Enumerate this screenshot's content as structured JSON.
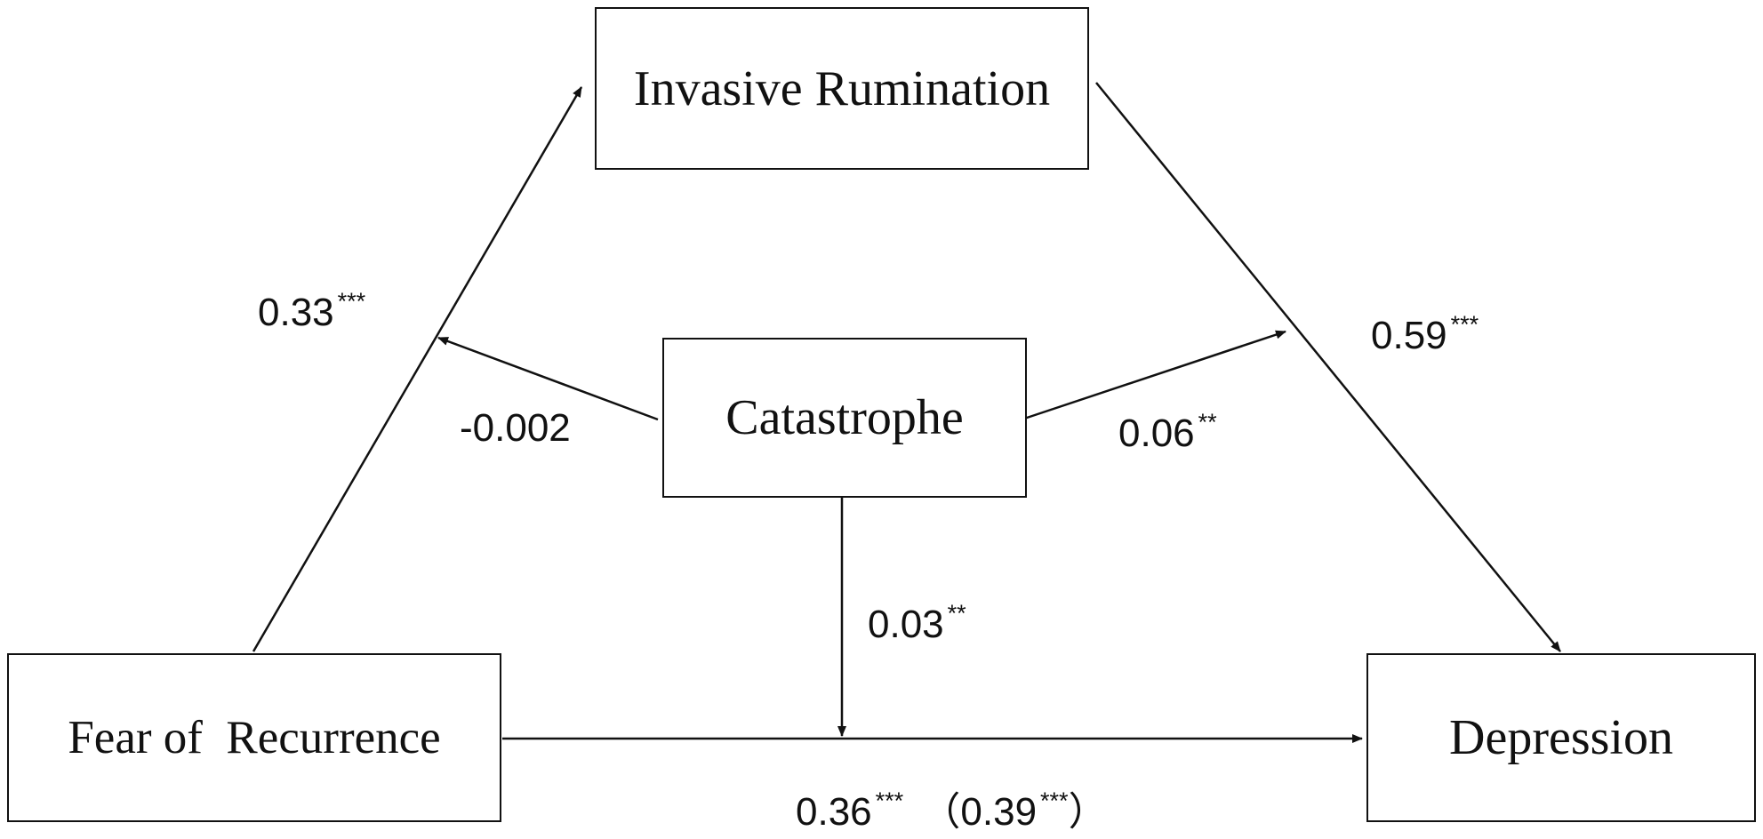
{
  "nodes": {
    "invasive_rumination": "Invasive Rumination",
    "catastrophe": "Catastrophe",
    "fear_of_recurrence": "Fear of  Recurrence",
    "depression": "Depression"
  },
  "paths": {
    "fear_to_rumination": {
      "value": "0.33",
      "sig": "***"
    },
    "catastrophe_mod_a": {
      "value": "-0.002",
      "sig": ""
    },
    "rumination_to_depression": {
      "value": "0.59",
      "sig": "***"
    },
    "catastrophe_mod_b": {
      "value": "0.06",
      "sig": "**"
    },
    "catastrophe_mod_c": {
      "value": "0.03",
      "sig": "**"
    },
    "fear_to_depression": {
      "value": "0.36",
      "sig": "***",
      "total_open": "（0.39",
      "total_sig": "***",
      "total_close": "）"
    }
  }
}
